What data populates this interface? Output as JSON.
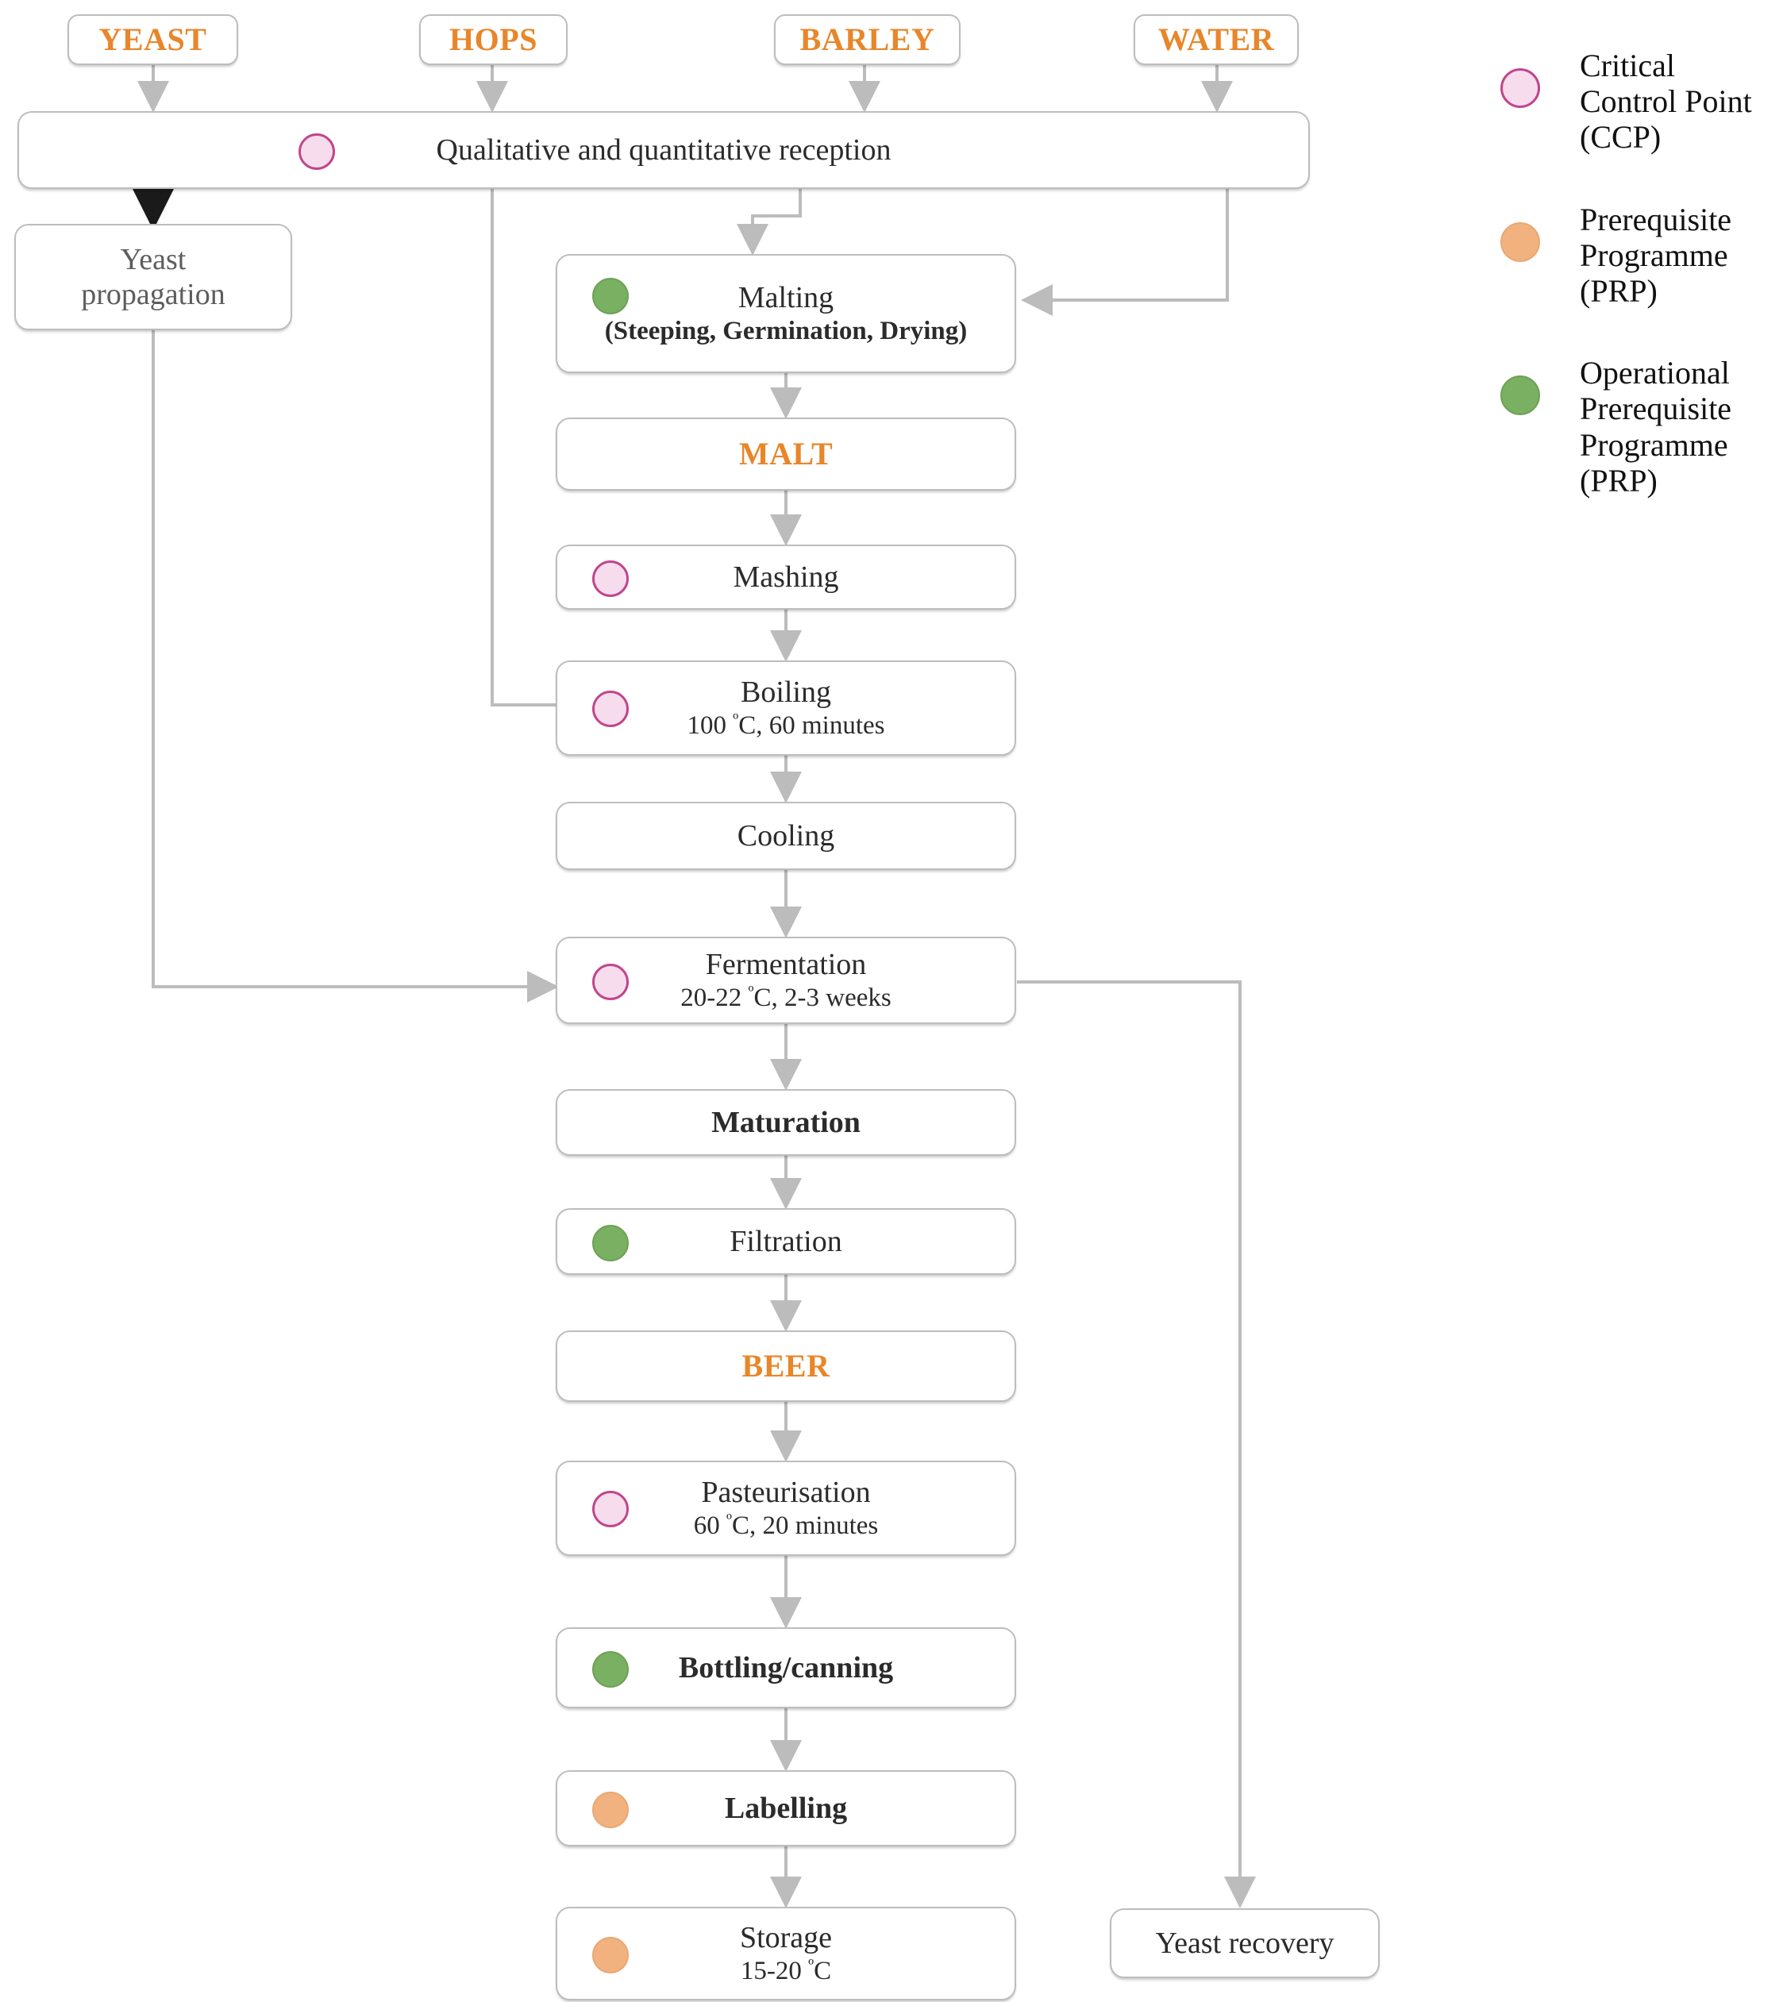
{
  "diagram": {
    "title": "Beer production HACCP flow diagram",
    "colors": {
      "ccp_fill": "#f7dcee",
      "ccp_stroke": "#c0468c",
      "prp_fill": "#f2b280",
      "prp_stroke": "#e8a772",
      "oprp_fill": "#7ab061",
      "oprp_stroke": "#6ea055",
      "ingredient_text": "#e8862a",
      "box_border": "#bdbdbd",
      "connector": "#bcbcbc",
      "connector_dark": "#1a1a1a"
    }
  },
  "ingredients": [
    {
      "id": "yeast",
      "label": "YEAST"
    },
    {
      "id": "hops",
      "label": "HOPS"
    },
    {
      "id": "barley",
      "label": "BARLEY"
    },
    {
      "id": "water",
      "label": "WATER"
    }
  ],
  "reception": {
    "label": "Qualitative and quantitative reception",
    "marker": "CCP"
  },
  "side_nodes": [
    {
      "id": "yeast-propagation",
      "line1": "Yeast",
      "line2": "propagation",
      "marker": "none"
    },
    {
      "id": "yeast-recovery",
      "line1": "Yeast recovery",
      "line2": "",
      "marker": "none"
    }
  ],
  "process_steps": [
    {
      "id": "malting",
      "title": "Malting",
      "sub": "(Steeping, Germination, Drying)",
      "marker": "OPRP",
      "sub_bold": true
    },
    {
      "id": "malt",
      "title": "MALT",
      "sub": "",
      "marker": "none",
      "product": true
    },
    {
      "id": "mashing",
      "title": "Mashing",
      "sub": "",
      "marker": "CCP"
    },
    {
      "id": "boiling",
      "title": "Boiling",
      "sub": "100 ºC, 60 minutes",
      "marker": "CCP"
    },
    {
      "id": "cooling",
      "title": "Cooling",
      "sub": "",
      "marker": "none"
    },
    {
      "id": "fermentation",
      "title": "Fermentation",
      "sub": "20-22 ºC, 2-3 weeks",
      "marker": "CCP"
    },
    {
      "id": "maturation",
      "title": "Maturation",
      "sub": "",
      "marker": "none",
      "bold": true
    },
    {
      "id": "filtration",
      "title": "Filtration",
      "sub": "",
      "marker": "OPRP"
    },
    {
      "id": "beer",
      "title": "BEER",
      "sub": "",
      "marker": "none",
      "product": true
    },
    {
      "id": "pasteurisation",
      "title": "Pasteurisation",
      "sub": "60 ºC, 20 minutes",
      "marker": "CCP"
    },
    {
      "id": "bottling",
      "title": "Bottling/canning",
      "sub": "",
      "marker": "OPRP"
    },
    {
      "id": "labelling",
      "title": "Labelling",
      "sub": "",
      "marker": "PRP",
      "bold": true
    },
    {
      "id": "storage",
      "title": "Storage",
      "sub": "15-20 ºC",
      "marker": "PRP"
    }
  ],
  "legend": [
    {
      "id": "ccp",
      "marker": "CCP",
      "label": "Critical Control Point (CCP)"
    },
    {
      "id": "prp",
      "marker": "PRP",
      "label": "Prerequisite Programme (PRP)"
    },
    {
      "id": "oprp",
      "marker": "OPRP",
      "label": "Operational Prerequisite Programme (PRP)"
    }
  ]
}
